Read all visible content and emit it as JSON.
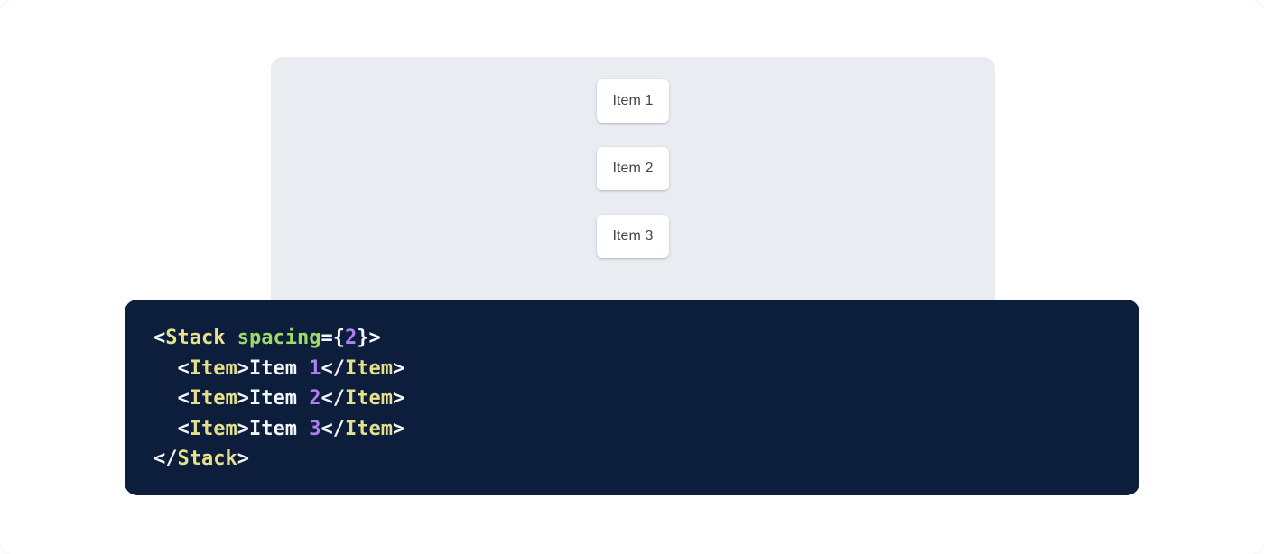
{
  "theme": {
    "page_background": "#ffffff",
    "panel_background": "#e9ecf1",
    "card_background": "#ffffff",
    "card_text_color": "#454545",
    "code_background": "#0c1e3c",
    "code_default_color": "#f4f7fb",
    "code_tag_color": "#e7e08b",
    "code_attr_color": "#9ed96a",
    "code_number_color": "#b07ff0"
  },
  "preview": {
    "component_name": "Stack",
    "items": [
      {
        "label": "Item 1"
      },
      {
        "label": "Item 2"
      },
      {
        "label": "Item 3"
      }
    ]
  },
  "code": {
    "language": "jsx",
    "lines": [
      {
        "indent": "",
        "tokens": [
          {
            "text": "<",
            "type": "punct"
          },
          {
            "text": "Stack",
            "type": "tag"
          },
          {
            "text": " ",
            "type": "text"
          },
          {
            "text": "spacing",
            "type": "attr"
          },
          {
            "text": "=",
            "type": "punct"
          },
          {
            "text": "{",
            "type": "brace"
          },
          {
            "text": "2",
            "type": "number"
          },
          {
            "text": "}",
            "type": "brace"
          },
          {
            "text": ">",
            "type": "punct"
          }
        ]
      },
      {
        "indent": "  ",
        "tokens": [
          {
            "text": "<",
            "type": "punct"
          },
          {
            "text": "Item",
            "type": "tag"
          },
          {
            "text": ">",
            "type": "punct"
          },
          {
            "text": "Item ",
            "type": "text"
          },
          {
            "text": "1",
            "type": "number"
          },
          {
            "text": "</",
            "type": "punct"
          },
          {
            "text": "Item",
            "type": "tag"
          },
          {
            "text": ">",
            "type": "punct"
          }
        ]
      },
      {
        "indent": "  ",
        "tokens": [
          {
            "text": "<",
            "type": "punct"
          },
          {
            "text": "Item",
            "type": "tag"
          },
          {
            "text": ">",
            "type": "punct"
          },
          {
            "text": "Item ",
            "type": "text"
          },
          {
            "text": "2",
            "type": "number"
          },
          {
            "text": "</",
            "type": "punct"
          },
          {
            "text": "Item",
            "type": "tag"
          },
          {
            "text": ">",
            "type": "punct"
          }
        ]
      },
      {
        "indent": "  ",
        "tokens": [
          {
            "text": "<",
            "type": "punct"
          },
          {
            "text": "Item",
            "type": "tag"
          },
          {
            "text": ">",
            "type": "punct"
          },
          {
            "text": "Item ",
            "type": "text"
          },
          {
            "text": "3",
            "type": "number"
          },
          {
            "text": "</",
            "type": "punct"
          },
          {
            "text": "Item",
            "type": "tag"
          },
          {
            "text": ">",
            "type": "punct"
          }
        ]
      },
      {
        "indent": "",
        "tokens": [
          {
            "text": "</",
            "type": "punct"
          },
          {
            "text": "Stack",
            "type": "tag"
          },
          {
            "text": ">",
            "type": "punct"
          }
        ]
      }
    ]
  }
}
